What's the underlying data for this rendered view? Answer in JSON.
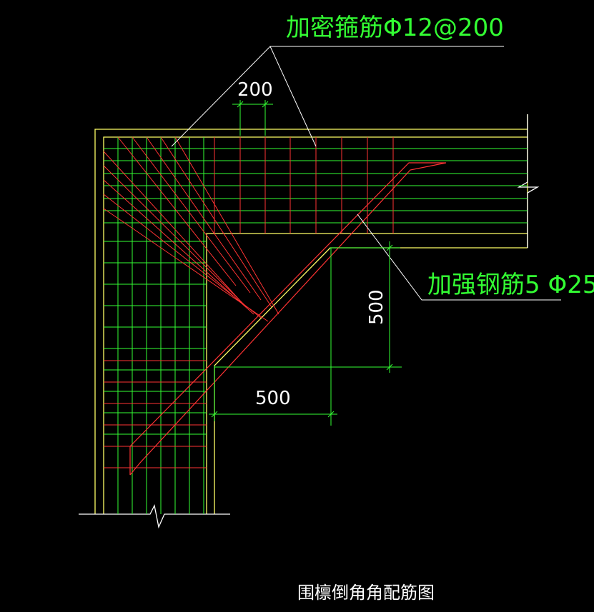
{
  "labels": {
    "hoop_bars": "加密箍筋Φ12@200",
    "strengthening_bars": "加强钢筋5 Φ25",
    "title": "围檩倒角角配筋图"
  },
  "dimensions": {
    "stirrup_spacing": "200",
    "chamfer_vertical": "500",
    "chamfer_horizontal": "500"
  },
  "colors": {
    "background": "#000000",
    "outline": "#ffff66",
    "longitudinal_bars": "#33ff33",
    "stirrups": "#ff3333",
    "text_green": "#33ff33",
    "dimension_lines": "#33ff33",
    "leader_lines": "#ffffff",
    "title_text": "#ffffff"
  }
}
